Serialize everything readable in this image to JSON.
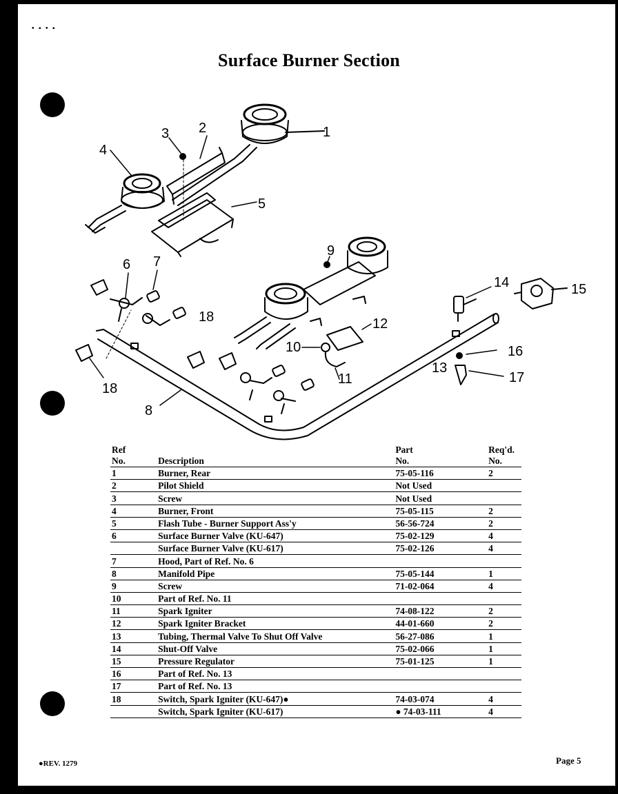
{
  "page": {
    "corner_mark": "• ▪ • ▪",
    "title": "Surface Burner Section",
    "revision": "●REV. 1279",
    "page_number": "Page 5"
  },
  "diagram": {
    "callouts": [
      "1",
      "2",
      "3",
      "4",
      "5",
      "6",
      "7",
      "18",
      "9",
      "14",
      "15",
      "12",
      "10",
      "11",
      "16",
      "13",
      "17",
      "18",
      "8"
    ]
  },
  "table": {
    "headers": {
      "ref": [
        "Ref",
        "No."
      ],
      "description": "Description",
      "part": [
        "Part",
        "No."
      ],
      "reqd": [
        "Req'd.",
        "No."
      ]
    },
    "rows": [
      {
        "ref": "1",
        "description": "Burner, Rear",
        "part": "75-05-116",
        "reqd": "2"
      },
      {
        "ref": "2",
        "description": "Pilot Shield",
        "part": "Not Used",
        "reqd": ""
      },
      {
        "ref": "3",
        "description": "Screw",
        "part": "Not Used",
        "reqd": ""
      },
      {
        "ref": "4",
        "description": "Burner, Front",
        "part": "75-05-115",
        "reqd": "2"
      },
      {
        "ref": "5",
        "description": "Flash Tube - Burner Support Ass'y",
        "part": "56-56-724",
        "reqd": "2"
      },
      {
        "ref": "6",
        "description": "Surface Burner Valve (KU-647)",
        "part": "75-02-129",
        "reqd": "4"
      },
      {
        "ref": "",
        "description": "Surface Burner Valve (KU-617)",
        "part": "75-02-126",
        "reqd": "4"
      },
      {
        "ref": "7",
        "description": "Hood, Part of Ref. No. 6",
        "part": "",
        "reqd": ""
      },
      {
        "ref": "8",
        "description": "Manifold Pipe",
        "part": "75-05-144",
        "reqd": "1"
      },
      {
        "ref": "9",
        "description": "Screw",
        "part": "71-02-064",
        "reqd": "4"
      },
      {
        "ref": "10",
        "description": "Part of Ref. No. 11",
        "part": "",
        "reqd": ""
      },
      {
        "ref": "11",
        "description": "Spark Igniter",
        "part": "74-08-122",
        "reqd": "2"
      },
      {
        "ref": "12",
        "description": "Spark Igniter Bracket",
        "part": "44-01-660",
        "reqd": "2"
      },
      {
        "ref": "13",
        "description": "Tubing, Thermal Valve To Shut Off Valve",
        "part": "56-27-086",
        "reqd": "1"
      },
      {
        "ref": "14",
        "description": "Shut-Off Valve",
        "part": "75-02-066",
        "reqd": "1"
      },
      {
        "ref": "15",
        "description": "Pressure Regulator",
        "part": "75-01-125",
        "reqd": "1"
      },
      {
        "ref": "16",
        "description": "Part of Ref. No. 13",
        "part": "",
        "reqd": ""
      },
      {
        "ref": "17",
        "description": "Part of Ref. No. 13",
        "part": "",
        "reqd": ""
      },
      {
        "ref": "18",
        "description": "Switch, Spark Igniter (KU-647)●",
        "part": "74-03-074",
        "reqd": "4"
      },
      {
        "ref": "",
        "description": "Switch, Spark Igniter (KU-617)",
        "part": "● 74-03-111",
        "reqd": "4"
      }
    ]
  }
}
